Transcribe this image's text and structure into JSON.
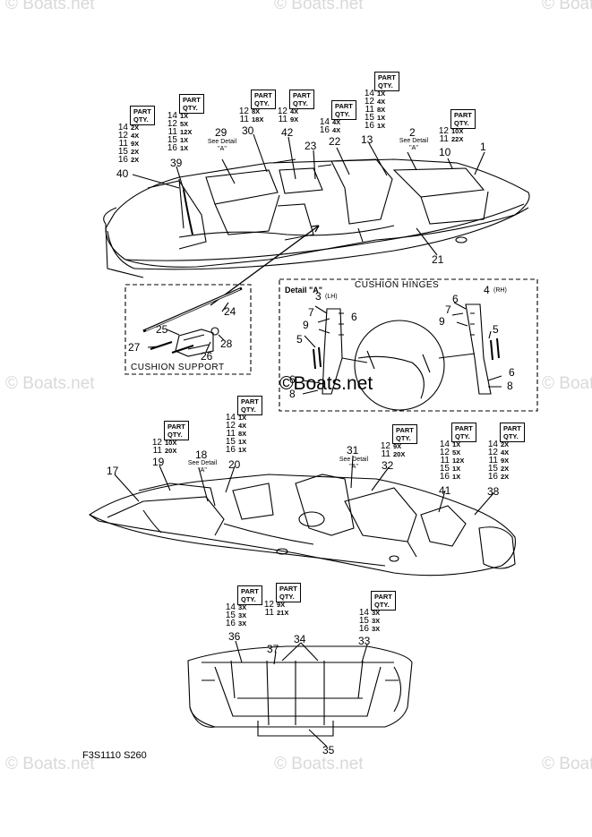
{
  "watermark": {
    "text": "© Boats.net",
    "center_text": "©Boats.net"
  },
  "drawing_code": "F3S1110 S260",
  "detail_a": {
    "label": "Detail \"A\"",
    "title": "CUSHION HINGES",
    "lh": "(LH)",
    "rh": "(RH)"
  },
  "cushion_support": {
    "title": "CUSHION SUPPORT"
  },
  "see_detail": {
    "line1": "See Detail",
    "line2": "\"A\""
  },
  "qty_header": {
    "line1": "PART",
    "line2": "QTY."
  },
  "qty_tables": [
    {
      "id": "t-topleft-1",
      "rows": [
        [
          "14",
          "2X"
        ],
        [
          "12",
          "4X"
        ],
        [
          "11",
          "9X"
        ],
        [
          "15",
          "2X"
        ],
        [
          "16",
          "2X"
        ]
      ]
    },
    {
      "id": "t-topleft-2",
      "rows": [
        [
          "14",
          "1X"
        ],
        [
          "12",
          "5X"
        ],
        [
          "11",
          "12X"
        ],
        [
          "15",
          "1X"
        ],
        [
          "16",
          "1X"
        ]
      ]
    },
    {
      "id": "t-top-30",
      "rows": [
        [
          "12",
          "8X"
        ],
        [
          "11",
          "18X"
        ]
      ]
    },
    {
      "id": "t-top-42",
      "rows": [
        [
          "12",
          "4X"
        ],
        [
          "11",
          "9X"
        ]
      ]
    },
    {
      "id": "t-top-22",
      "rows": [
        [
          "14",
          "4X"
        ],
        [
          "16",
          "4X"
        ]
      ]
    },
    {
      "id": "t-top-13",
      "rows": [
        [
          "14",
          "1X"
        ],
        [
          "12",
          "4X"
        ],
        [
          "11",
          "8X"
        ],
        [
          "15",
          "1X"
        ],
        [
          "16",
          "1X"
        ]
      ]
    },
    {
      "id": "t-top-10",
      "rows": [
        [
          "12",
          "10X"
        ],
        [
          "11",
          "22X"
        ]
      ]
    },
    {
      "id": "t-mid-20",
      "rows": [
        [
          "14",
          "1X"
        ],
        [
          "12",
          "4X"
        ],
        [
          "11",
          "8X"
        ],
        [
          "15",
          "1X"
        ],
        [
          "16",
          "1X"
        ]
      ]
    },
    {
      "id": "t-mid-19",
      "rows": [
        [
          "12",
          "10X"
        ],
        [
          "11",
          "20X"
        ]
      ]
    },
    {
      "id": "t-mid-32",
      "rows": [
        [
          "12",
          "9X"
        ],
        [
          "11",
          "20X"
        ]
      ]
    },
    {
      "id": "t-mid-41",
      "rows": [
        [
          "14",
          "1X"
        ],
        [
          "12",
          "5X"
        ],
        [
          "11",
          "12X"
        ],
        [
          "15",
          "1X"
        ],
        [
          "16",
          "1X"
        ]
      ]
    },
    {
      "id": "t-mid-38",
      "rows": [
        [
          "14",
          "2X"
        ],
        [
          "12",
          "4X"
        ],
        [
          "11",
          "9X"
        ],
        [
          "15",
          "2X"
        ],
        [
          "16",
          "2X"
        ]
      ]
    },
    {
      "id": "t-bot-36",
      "rows": [
        [
          "14",
          "3X"
        ],
        [
          "15",
          "3X"
        ],
        [
          "16",
          "3X"
        ]
      ]
    },
    {
      "id": "t-bot-37",
      "rows": [
        [
          "12",
          "9X"
        ],
        [
          "11",
          "21X"
        ]
      ]
    },
    {
      "id": "t-bot-33",
      "rows": [
        [
          "14",
          "3X"
        ],
        [
          "15",
          "3X"
        ],
        [
          "16",
          "3X"
        ]
      ]
    }
  ],
  "callouts": {
    "c1": "1",
    "c2": "2",
    "c3": "3",
    "c4": "4",
    "c5a": "5",
    "c5b": "5",
    "c6a": "6",
    "c6b": "6",
    "c6c": "6",
    "c6d": "6",
    "c7a": "7",
    "c7b": "7",
    "c8a": "8",
    "c8b": "8",
    "c9a": "9",
    "c9b": "9",
    "c10": "10",
    "c13": "13",
    "c17": "17",
    "c18": "18",
    "c19": "19",
    "c20": "20",
    "c21": "21",
    "c22": "22",
    "c23": "23",
    "c24": "24",
    "c25": "25",
    "c26": "26",
    "c27": "27",
    "c28": "28",
    "c29": "29",
    "c30": "30",
    "c31": "31",
    "c32": "32",
    "c33": "33",
    "c34": "34",
    "c35": "35",
    "c36": "36",
    "c37": "37",
    "c38": "38",
    "c39": "39",
    "c40": "40",
    "c41": "41",
    "c42": "42"
  }
}
